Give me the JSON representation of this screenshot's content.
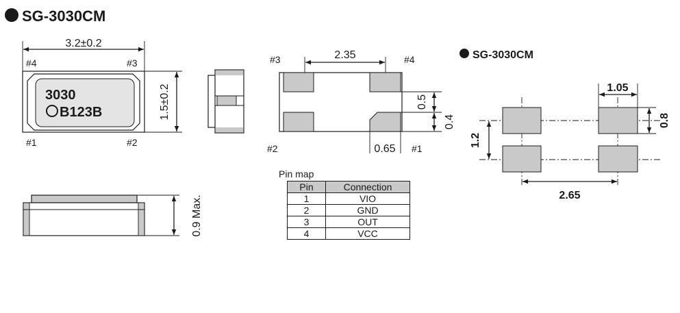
{
  "title": "SG-3030CM",
  "subtitle": "SG-3030CM",
  "top_view": {
    "marking_line1": "3030",
    "marking_line2": "B123B",
    "pins": [
      "#4",
      "#3",
      "#1",
      "#2"
    ],
    "width_dim": "3.2±0.2",
    "height_dim": "1.5±0.2"
  },
  "side_view": {
    "height_dim": "0.9 Max."
  },
  "bottom_view": {
    "pins": [
      "#3",
      "#4",
      "#2",
      "#1"
    ],
    "pad_spacing": "2.35",
    "pad_height": "0.5",
    "pad_gap": "0.4",
    "pad_width": "0.65"
  },
  "land_pattern": {
    "pad_width": "1.05",
    "pad_height": "0.8",
    "row_pitch": "1.2",
    "column_pitch": "2.65"
  },
  "pin_map": {
    "title": "Pin map",
    "headers": [
      "Pin",
      "Connection"
    ],
    "rows": [
      {
        "pin": "1",
        "connection": "VIO"
      },
      {
        "pin": "2",
        "connection": "GND"
      },
      {
        "pin": "3",
        "connection": "OUT"
      },
      {
        "pin": "4",
        "connection": "VCC"
      }
    ]
  },
  "colors": {
    "pad_fill": "#c9c9c9",
    "line": "#1a1a1a"
  }
}
